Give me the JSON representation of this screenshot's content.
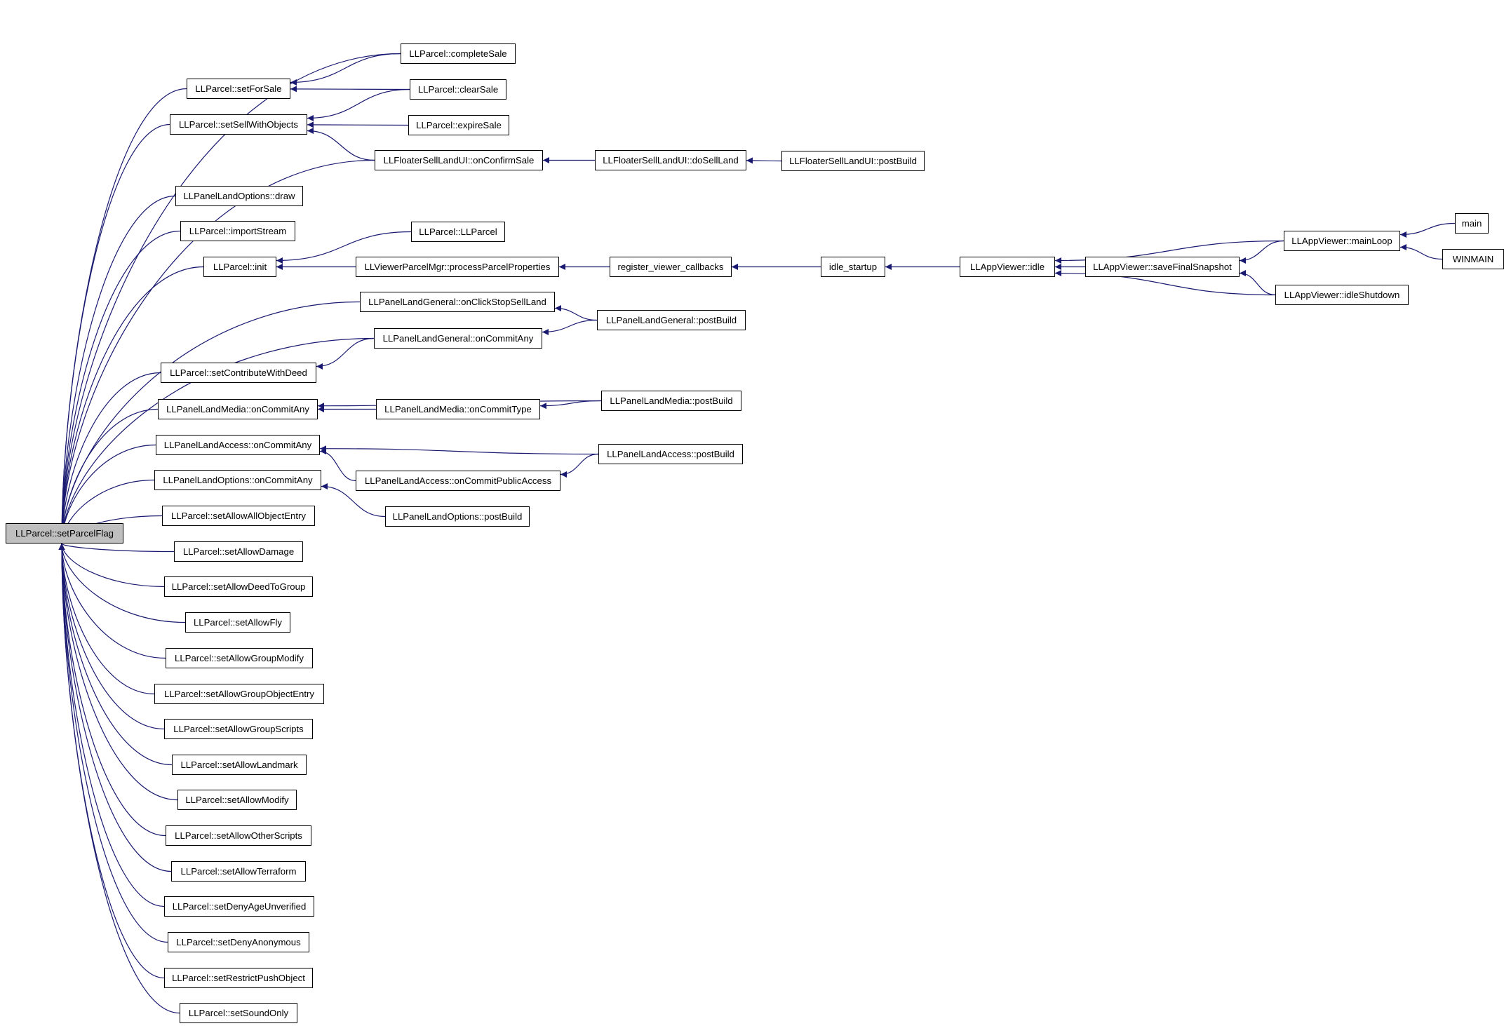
{
  "graph": {
    "colors": {
      "edge": "#191970",
      "root_fill": "#bfbfbf",
      "node_fill": "#ffffff",
      "border": "#000000"
    },
    "nodes": [
      {
        "id": "setParcelFlag",
        "label": "LLParcel::setParcelFlag",
        "root": true
      },
      {
        "id": "setForSale",
        "label": "LLParcel::setForSale"
      },
      {
        "id": "setSellWithObjects",
        "label": "LLParcel::setSellWithObjects"
      },
      {
        "id": "onConfirmSale",
        "label": "LLFloaterSellLandUI::onConfirmSale"
      },
      {
        "id": "plo_draw",
        "label": "LLPanelLandOptions::draw"
      },
      {
        "id": "importStream",
        "label": "LLParcel::importStream"
      },
      {
        "id": "init",
        "label": "LLParcel::init"
      },
      {
        "id": "onClickStopSellLand",
        "label": "LLPanelLandGeneral::onClickStopSellLand"
      },
      {
        "id": "plg_onCommitAny",
        "label": "LLPanelLandGeneral::onCommitAny"
      },
      {
        "id": "setContributeWithDeed",
        "label": "LLParcel::setContributeWithDeed"
      },
      {
        "id": "plm_onCommitAny",
        "label": "LLPanelLandMedia::onCommitAny"
      },
      {
        "id": "pla_onCommitAny",
        "label": "LLPanelLandAccess::onCommitAny"
      },
      {
        "id": "plo_onCommitAny",
        "label": "LLPanelLandOptions::onCommitAny"
      },
      {
        "id": "setAllowAllObjectEntry",
        "label": "LLParcel::setAllowAllObjectEntry"
      },
      {
        "id": "setAllowDamage",
        "label": "LLParcel::setAllowDamage"
      },
      {
        "id": "setAllowDeedToGroup",
        "label": "LLParcel::setAllowDeedToGroup"
      },
      {
        "id": "setAllowFly",
        "label": "LLParcel::setAllowFly"
      },
      {
        "id": "setAllowGroupModify",
        "label": "LLParcel::setAllowGroupModify"
      },
      {
        "id": "setAllowGroupObjectEntry",
        "label": "LLParcel::setAllowGroupObjectEntry"
      },
      {
        "id": "setAllowGroupScripts",
        "label": "LLParcel::setAllowGroupScripts"
      },
      {
        "id": "setAllowLandmark",
        "label": "LLParcel::setAllowLandmark"
      },
      {
        "id": "setAllowModify",
        "label": "LLParcel::setAllowModify"
      },
      {
        "id": "setAllowOtherScripts",
        "label": "LLParcel::setAllowOtherScripts"
      },
      {
        "id": "setAllowTerraform",
        "label": "LLParcel::setAllowTerraform"
      },
      {
        "id": "setDenyAgeUnverified",
        "label": "LLParcel::setDenyAgeUnverified"
      },
      {
        "id": "setDenyAnonymous",
        "label": "LLParcel::setDenyAnonymous"
      },
      {
        "id": "setRestrictPushObject",
        "label": "LLParcel::setRestrictPushObject"
      },
      {
        "id": "setSoundOnly",
        "label": "LLParcel::setSoundOnly"
      },
      {
        "id": "completeSale",
        "label": "LLParcel::completeSale"
      },
      {
        "id": "clearSale",
        "label": "LLParcel::clearSale"
      },
      {
        "id": "expireSale",
        "label": "LLParcel::expireSale"
      },
      {
        "id": "doSellLand",
        "label": "LLFloaterSellLandUI::doSellLand"
      },
      {
        "id": "fslu_postBuild",
        "label": "LLFloaterSellLandUI::postBuild"
      },
      {
        "id": "llparcel_ctor",
        "label": "LLParcel::LLParcel"
      },
      {
        "id": "processParcelProperties",
        "label": "LLViewerParcelMgr::processParcelProperties"
      },
      {
        "id": "register_viewer_callbacks",
        "label": "register_viewer_callbacks"
      },
      {
        "id": "idle_startup",
        "label": "idle_startup"
      },
      {
        "id": "appviewer_idle",
        "label": "LLAppViewer::idle"
      },
      {
        "id": "saveFinalSnapshot",
        "label": "LLAppViewer::saveFinalSnapshot"
      },
      {
        "id": "mainLoop",
        "label": "LLAppViewer::mainLoop"
      },
      {
        "id": "idleShutdown",
        "label": "LLAppViewer::idleShutdown"
      },
      {
        "id": "main",
        "label": "main"
      },
      {
        "id": "WINMAIN",
        "label": "WINMAIN"
      },
      {
        "id": "plg_postBuild",
        "label": "LLPanelLandGeneral::postBuild"
      },
      {
        "id": "plm_onCommitType",
        "label": "LLPanelLandMedia::onCommitType"
      },
      {
        "id": "plm_postBuild",
        "label": "LLPanelLandMedia::postBuild"
      },
      {
        "id": "pla_onCommitPublicAccess",
        "label": "LLPanelLandAccess::onCommitPublicAccess"
      },
      {
        "id": "pla_postBuild",
        "label": "LLPanelLandAccess::postBuild"
      },
      {
        "id": "plo_postBuild",
        "label": "LLPanelLandOptions::postBuild"
      }
    ],
    "edges": [
      {
        "from": "setForSale",
        "to": "setParcelFlag"
      },
      {
        "from": "setSellWithObjects",
        "to": "setParcelFlag"
      },
      {
        "from": "onConfirmSale",
        "to": "setParcelFlag"
      },
      {
        "from": "plo_draw",
        "to": "setParcelFlag"
      },
      {
        "from": "importStream",
        "to": "setParcelFlag"
      },
      {
        "from": "init",
        "to": "setParcelFlag"
      },
      {
        "from": "onClickStopSellLand",
        "to": "setParcelFlag"
      },
      {
        "from": "plg_onCommitAny",
        "to": "setParcelFlag"
      },
      {
        "from": "setContributeWithDeed",
        "to": "setParcelFlag"
      },
      {
        "from": "plm_onCommitAny",
        "to": "setParcelFlag"
      },
      {
        "from": "pla_onCommitAny",
        "to": "setParcelFlag"
      },
      {
        "from": "plo_onCommitAny",
        "to": "setParcelFlag"
      },
      {
        "from": "setAllowAllObjectEntry",
        "to": "setParcelFlag"
      },
      {
        "from": "setAllowDamage",
        "to": "setParcelFlag"
      },
      {
        "from": "setAllowDeedToGroup",
        "to": "setParcelFlag"
      },
      {
        "from": "setAllowFly",
        "to": "setParcelFlag"
      },
      {
        "from": "setAllowGroupModify",
        "to": "setParcelFlag"
      },
      {
        "from": "setAllowGroupObjectEntry",
        "to": "setParcelFlag"
      },
      {
        "from": "setAllowGroupScripts",
        "to": "setParcelFlag"
      },
      {
        "from": "setAllowLandmark",
        "to": "setParcelFlag"
      },
      {
        "from": "setAllowModify",
        "to": "setParcelFlag"
      },
      {
        "from": "setAllowOtherScripts",
        "to": "setParcelFlag"
      },
      {
        "from": "setAllowTerraform",
        "to": "setParcelFlag"
      },
      {
        "from": "setDenyAgeUnverified",
        "to": "setParcelFlag"
      },
      {
        "from": "setDenyAnonymous",
        "to": "setParcelFlag"
      },
      {
        "from": "setRestrictPushObject",
        "to": "setParcelFlag"
      },
      {
        "from": "setSoundOnly",
        "to": "setParcelFlag"
      },
      {
        "from": "completeSale",
        "to": "setParcelFlag"
      },
      {
        "from": "completeSale",
        "to": "setForSale"
      },
      {
        "from": "clearSale",
        "to": "setForSale"
      },
      {
        "from": "clearSale",
        "to": "setSellWithObjects"
      },
      {
        "from": "expireSale",
        "to": "setSellWithObjects"
      },
      {
        "from": "onConfirmSale",
        "to": "setSellWithObjects"
      },
      {
        "from": "doSellLand",
        "to": "onConfirmSale"
      },
      {
        "from": "fslu_postBuild",
        "to": "doSellLand"
      },
      {
        "from": "llparcel_ctor",
        "to": "init"
      },
      {
        "from": "processParcelProperties",
        "to": "init"
      },
      {
        "from": "register_viewer_callbacks",
        "to": "processParcelProperties"
      },
      {
        "from": "idle_startup",
        "to": "register_viewer_callbacks"
      },
      {
        "from": "appviewer_idle",
        "to": "idle_startup"
      },
      {
        "from": "saveFinalSnapshot",
        "to": "appviewer_idle"
      },
      {
        "from": "mainLoop",
        "to": "appviewer_idle"
      },
      {
        "from": "idleShutdown",
        "to": "appviewer_idle"
      },
      {
        "from": "mainLoop",
        "to": "saveFinalSnapshot"
      },
      {
        "from": "idleShutdown",
        "to": "saveFinalSnapshot"
      },
      {
        "from": "main",
        "to": "mainLoop"
      },
      {
        "from": "WINMAIN",
        "to": "mainLoop"
      },
      {
        "from": "plg_postBuild",
        "to": "onClickStopSellLand"
      },
      {
        "from": "plg_postBuild",
        "to": "plg_onCommitAny"
      },
      {
        "from": "plg_onCommitAny",
        "to": "setContributeWithDeed"
      },
      {
        "from": "plm_postBuild",
        "to": "plm_onCommitAny"
      },
      {
        "from": "plm_onCommitType",
        "to": "plm_onCommitAny"
      },
      {
        "from": "plm_postBuild",
        "to": "plm_onCommitType"
      },
      {
        "from": "pla_postBuild",
        "to": "pla_onCommitAny"
      },
      {
        "from": "pla_onCommitPublicAccess",
        "to": "pla_onCommitAny"
      },
      {
        "from": "pla_postBuild",
        "to": "pla_onCommitPublicAccess"
      },
      {
        "from": "plo_postBuild",
        "to": "plo_onCommitAny"
      }
    ]
  }
}
